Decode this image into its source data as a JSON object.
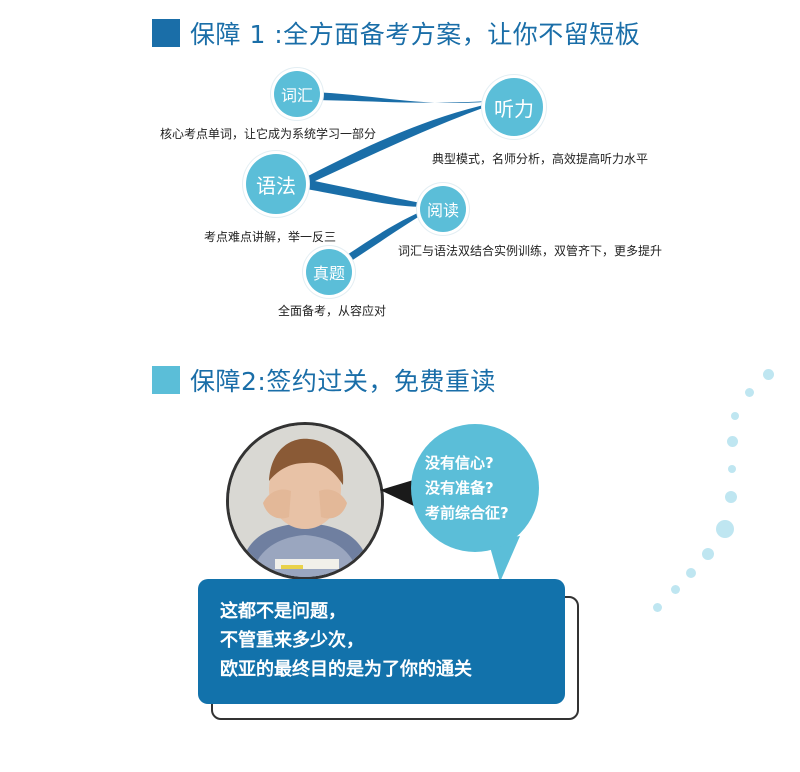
{
  "section1": {
    "title": "保障 1 :全方面备考方案，让你不留短板",
    "nodes": {
      "vocab": "词汇",
      "listening": "听力",
      "grammar": "语法",
      "reading": "阅读",
      "exam": "真题"
    },
    "captions": {
      "vocab": "核心考点单词，让它成为系统学习一部分",
      "listening": "典型模式，名师分析，高效提高听力水平",
      "grammar": "考点难点讲解，举一反三",
      "reading": "词汇与语法双结合实例训练，双管齐下，更多提升",
      "exam": "全面备考，从容应对"
    }
  },
  "section2": {
    "title": "保障2:签约过关，免费重读",
    "bubble_lines": [
      "没有信心?",
      "没有准备?",
      "考前综合征?"
    ],
    "box_lines": [
      "这都不是问题，",
      "不管重来多少次，",
      "欧亚的最终目的是为了你的通关"
    ]
  },
  "colors": {
    "heading_square_1": "#1a6ea8",
    "heading_square_2": "#5bbed8",
    "heading_text": "#1a6ea8",
    "node": "#5bbed8",
    "flow": "#1a6ea8",
    "box": "#1272ab",
    "dots": "#bfe6f1"
  }
}
